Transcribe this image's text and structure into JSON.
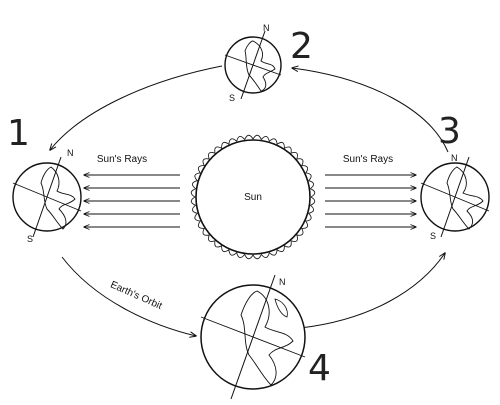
{
  "diagram": {
    "sun_label": "Sun",
    "rays_left_label": "Sun's Rays",
    "rays_right_label": "Sun's Rays",
    "orbit_label": "Earth's Orbit",
    "positions": [
      {
        "number": "1",
        "north": "N",
        "south": "S"
      },
      {
        "number": "2",
        "north": "N",
        "south": "S"
      },
      {
        "number": "3",
        "north": "N",
        "south": "S"
      },
      {
        "number": "4",
        "north": "N",
        "south": ""
      }
    ]
  }
}
